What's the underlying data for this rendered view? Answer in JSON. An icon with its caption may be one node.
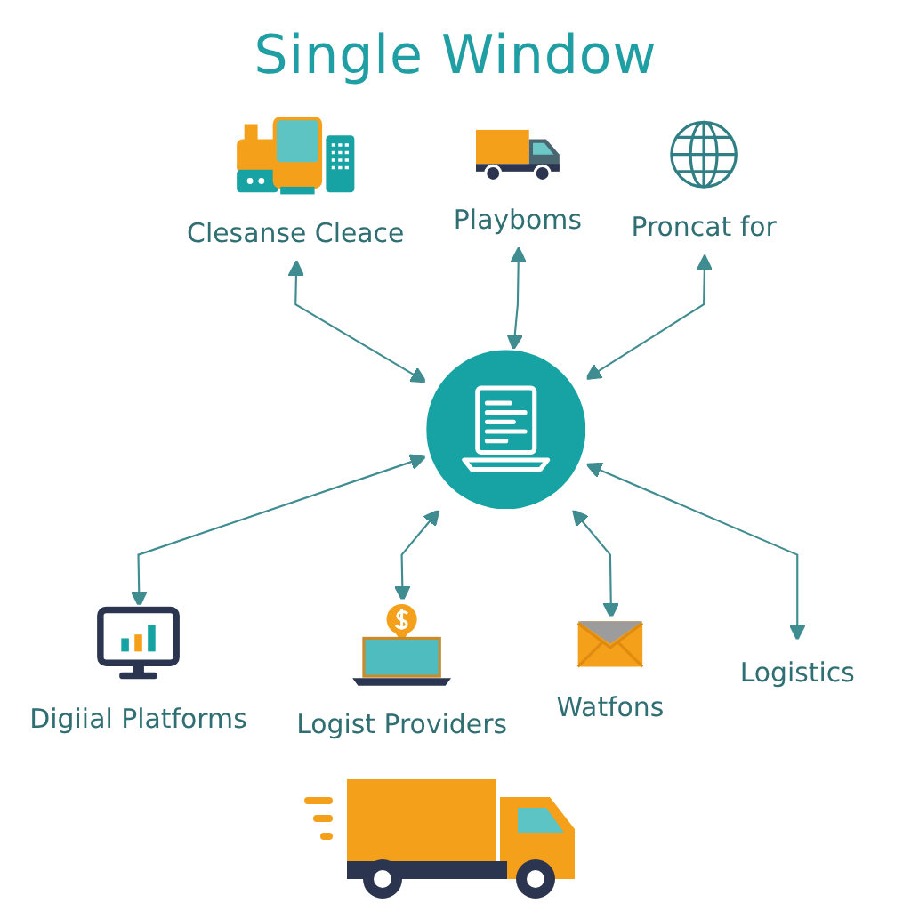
{
  "diagram": {
    "title": "Single Window",
    "nodes": [
      {
        "text": [],
        "shape": "circle"
      },
      {
        "text": [
          "Clesanse Cleace"
        ]
      },
      {
        "text": [
          "Playboms"
        ]
      },
      {
        "text": [
          "Proncat for"
        ]
      },
      {
        "text": [
          "Digiial Platforms"
        ]
      },
      {
        "text": [
          "Logist Providers"
        ]
      },
      {
        "text": [
          "Watfons"
        ]
      },
      {
        "text": [
          "Logistics"
        ]
      }
    ],
    "edges": [
      {
        "from": 1,
        "to": 0,
        "arrow": "both"
      },
      {
        "from": 2,
        "to": 0,
        "arrow": "both"
      },
      {
        "from": 3,
        "to": 0,
        "arrow": "both"
      },
      {
        "from": 0,
        "to": 4,
        "arrow": "both"
      },
      {
        "from": 0,
        "to": 5,
        "arrow": "both"
      },
      {
        "from": 0,
        "to": 6,
        "arrow": "both"
      },
      {
        "from": 0,
        "to": 7,
        "arrow": "both"
      }
    ]
  }
}
